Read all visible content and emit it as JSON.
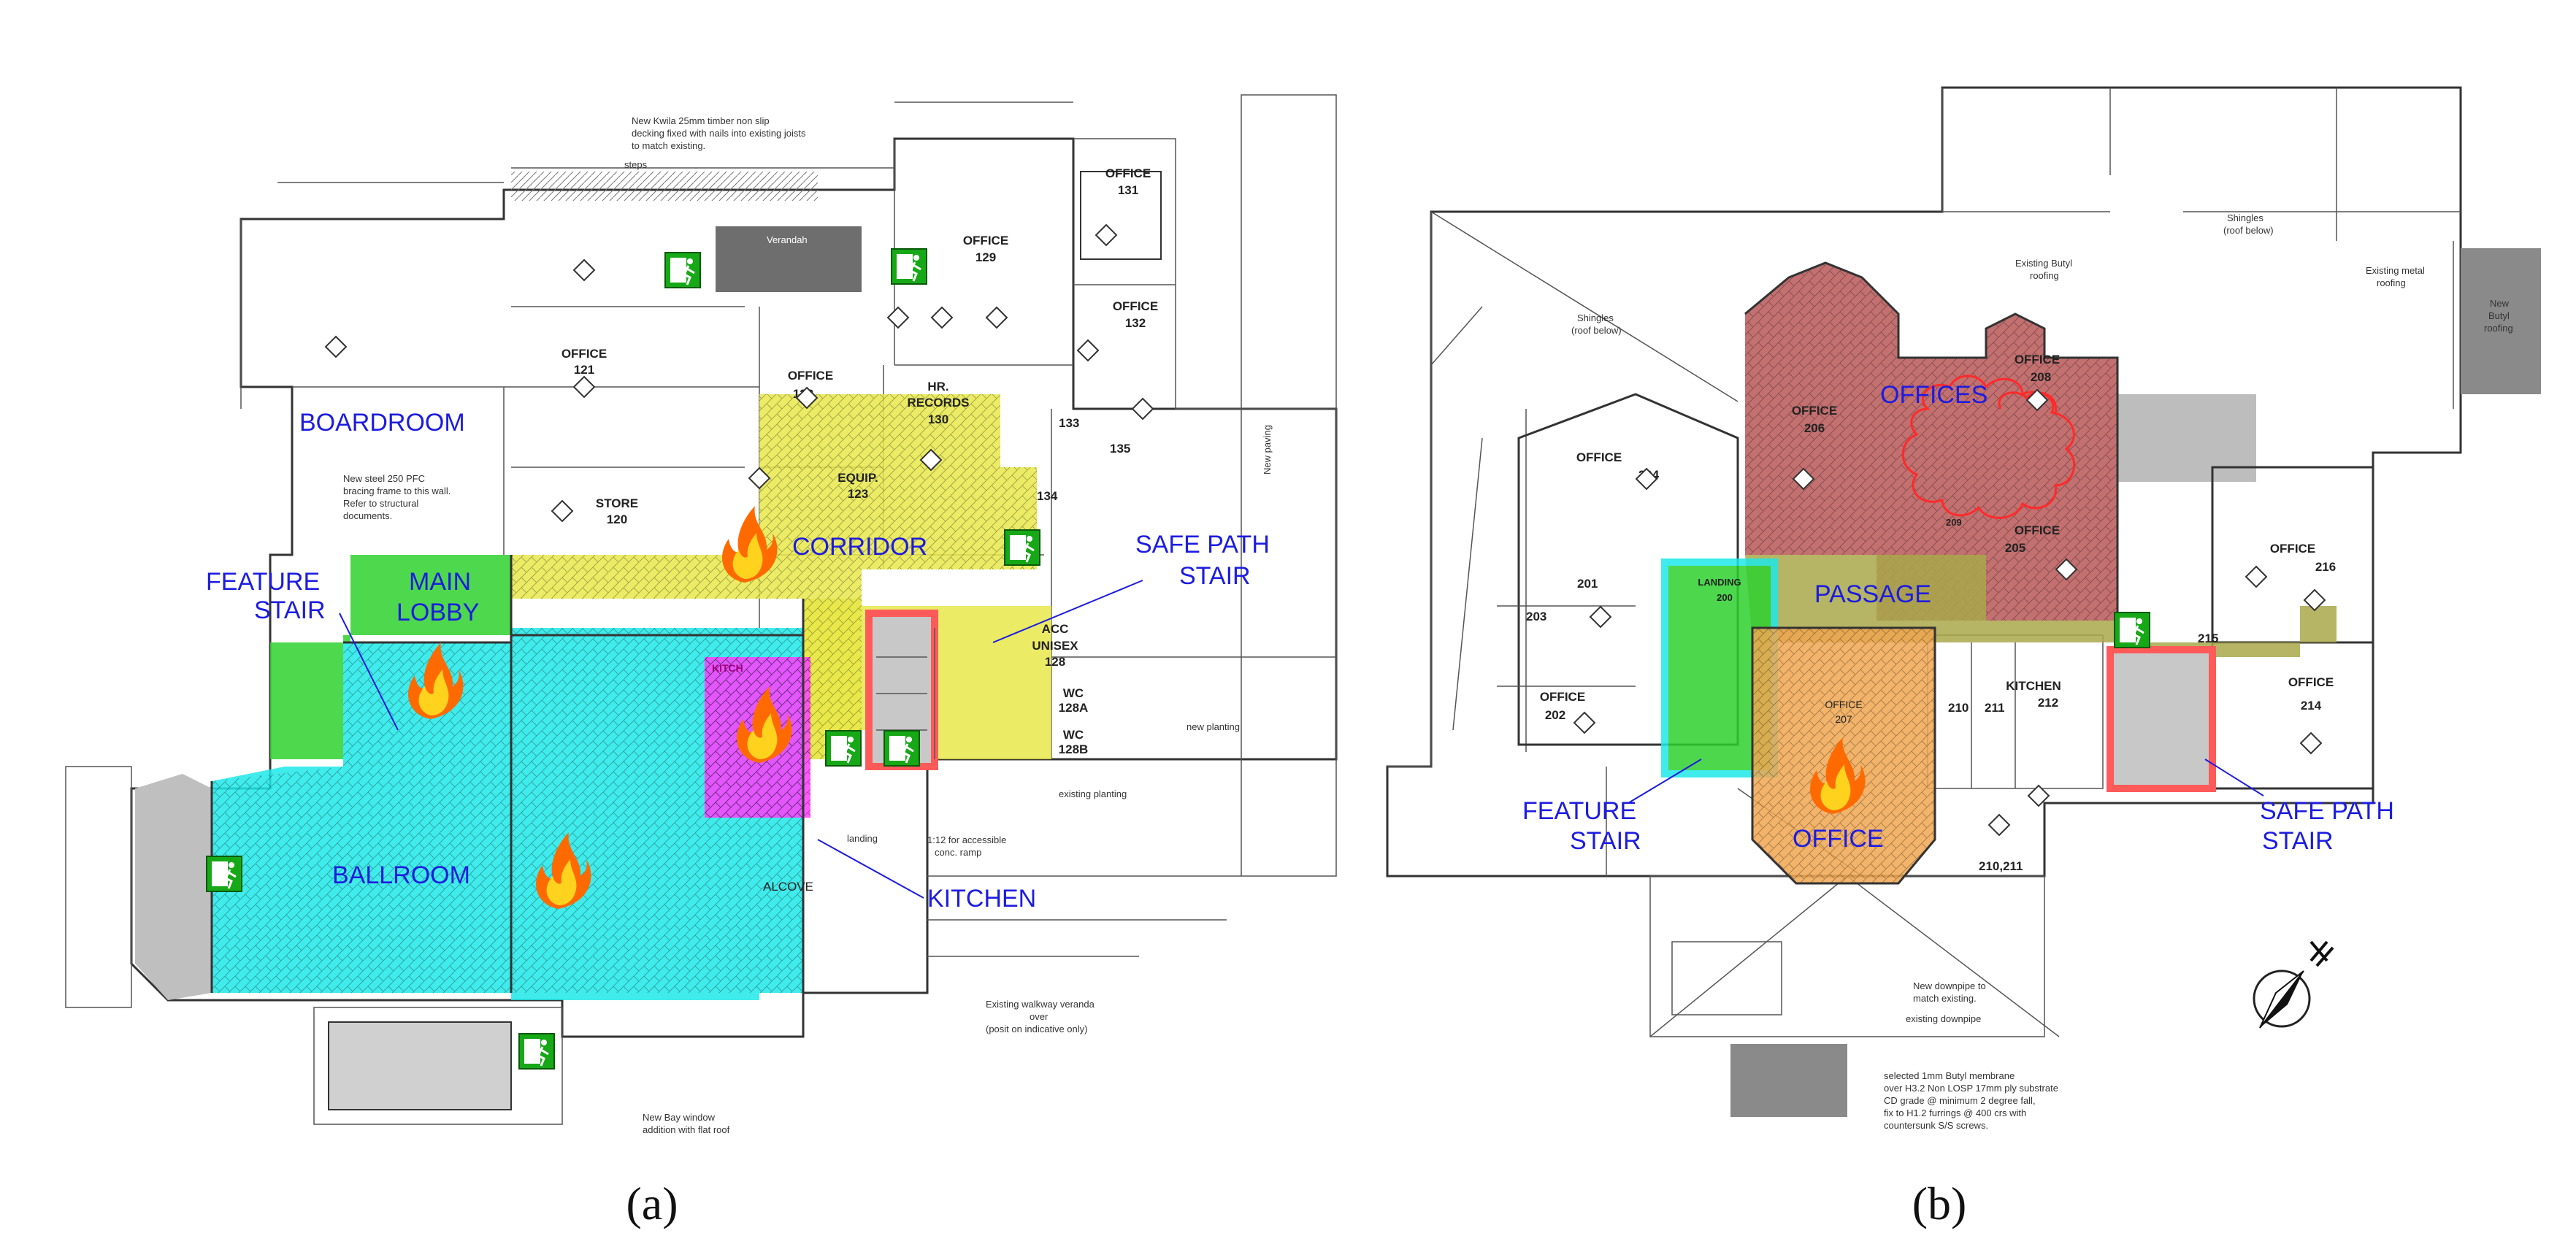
{
  "captions": {
    "a": "(a)",
    "b": "(b)"
  },
  "plan_a": {
    "labels": {
      "boardroom": "BOARDROOM",
      "corridor": "CORRIDOR",
      "safe_path_stair": [
        "SAFE PATH",
        "STAIR"
      ],
      "feature_stair": [
        "FEATURE",
        "STAIR"
      ],
      "main_lobby": [
        "MAIN",
        "LOBBY"
      ],
      "ballroom": "BALLROOM",
      "kitchen": "KITCHEN"
    },
    "rooms": {
      "office_121": [
        "OFFICE",
        "121"
      ],
      "store_120": [
        "STORE",
        "120"
      ],
      "office_122": [
        "OFFICE",
        "122"
      ],
      "equip_123": [
        "EQUIP.",
        "123"
      ],
      "hr_records_130": [
        "HR.",
        "RECORDS",
        "130"
      ],
      "office_129": [
        "OFFICE",
        "129"
      ],
      "office_131": [
        "OFFICE",
        "131"
      ],
      "office_132": [
        "OFFICE",
        "132"
      ],
      "acc_unisex_128": [
        "ACC",
        "UNISEX",
        "128"
      ],
      "wc_128a": [
        "WC",
        "128A"
      ],
      "wc_128b": [
        "WC",
        "128B"
      ],
      "r133": "133",
      "r134": "134",
      "r135": "135",
      "kitch": "KITCH",
      "alcove": "ALCOVE"
    },
    "notes": {
      "bracing": [
        "New steel 250 PFC",
        "bracing frame to this wall.",
        "Refer to structural",
        "documents."
      ],
      "deck": [
        "New Kwila 25mm timber non slip",
        "decking fixed with nails into existing joists",
        "to match existing."
      ],
      "verandah": "Verandah",
      "steps": "steps",
      "existing_planting": "existing planting",
      "new_paving": "New paving",
      "new_planting": "new planting",
      "bay_window": [
        "New Bay window",
        "addition with flat roof"
      ],
      "existing_walkway": [
        "Existing walkway veranda",
        "over",
        "(posit on indicative only)"
      ],
      "conc_ramp": [
        "1:12 for accessible",
        "conc. ramp"
      ],
      "landing": "landing"
    }
  },
  "plan_b": {
    "labels": {
      "offices": "OFFICES",
      "passage": "PASSAGE",
      "feature_stair": [
        "FEATURE",
        "STAIR"
      ],
      "office": "OFFICE",
      "safe_path_stair": [
        "SAFE PATH",
        "STAIR"
      ]
    },
    "rooms": {
      "office_204": [
        "OFFICE",
        "204"
      ],
      "office_202": [
        "OFFICE",
        "202"
      ],
      "office_206": [
        "OFFICE",
        "206"
      ],
      "office_208": [
        "OFFICE",
        "208"
      ],
      "office_205": [
        "OFFICE",
        "205"
      ],
      "office_216": [
        "OFFICE",
        "216"
      ],
      "office_214": [
        "OFFICE",
        "214"
      ],
      "office_207": [
        "OFFICE",
        "207"
      ],
      "kitchen_212": [
        "KITCHEN",
        "212"
      ],
      "r210": "210",
      "r211": "211",
      "r201": "201",
      "r203": "203",
      "r215": "215",
      "r209": "209",
      "r21011": "210,211",
      "landing_200": [
        "LANDING",
        "200"
      ]
    },
    "notes": {
      "shingles_left": [
        "Shingles",
        "(roof below)"
      ],
      "shingles_right": [
        "Shingles",
        "(roof below)"
      ],
      "butyl": [
        "Existing Butyl",
        "roofing"
      ],
      "metal": [
        "Existing metal",
        "roofing"
      ],
      "new_butyl": [
        "New",
        "Butyl",
        "roofing"
      ],
      "membrane": [
        "selected 1mm Butyl membrane",
        "over H3.2 Non LOSP 17mm ply substrate",
        "CD grade @ minimum 2 degree fall,",
        "fix to H1.2 furrings @ 400 crs with",
        "countersunk S/S screws."
      ],
      "downpipe": [
        "New downpipe to",
        "match existing.",
        "existing downpipe"
      ]
    }
  },
  "colors": {
    "corridor_yellow": "#e8e84a",
    "lobby_green": "#2fd12f",
    "ballroom_cyan": "#1ee8e8",
    "kitchen_magenta": "#ff3cff",
    "stair_red": "#ff5a5a",
    "offices_red": "#b85757",
    "passage_olive": "#a8a84a",
    "office_orange": "#f0a650",
    "label_blue": "#1c1ce0",
    "exit_green": "#17a817"
  },
  "icons": [
    "fire-icon",
    "exit-sign-icon",
    "north-arrow-icon"
  ]
}
